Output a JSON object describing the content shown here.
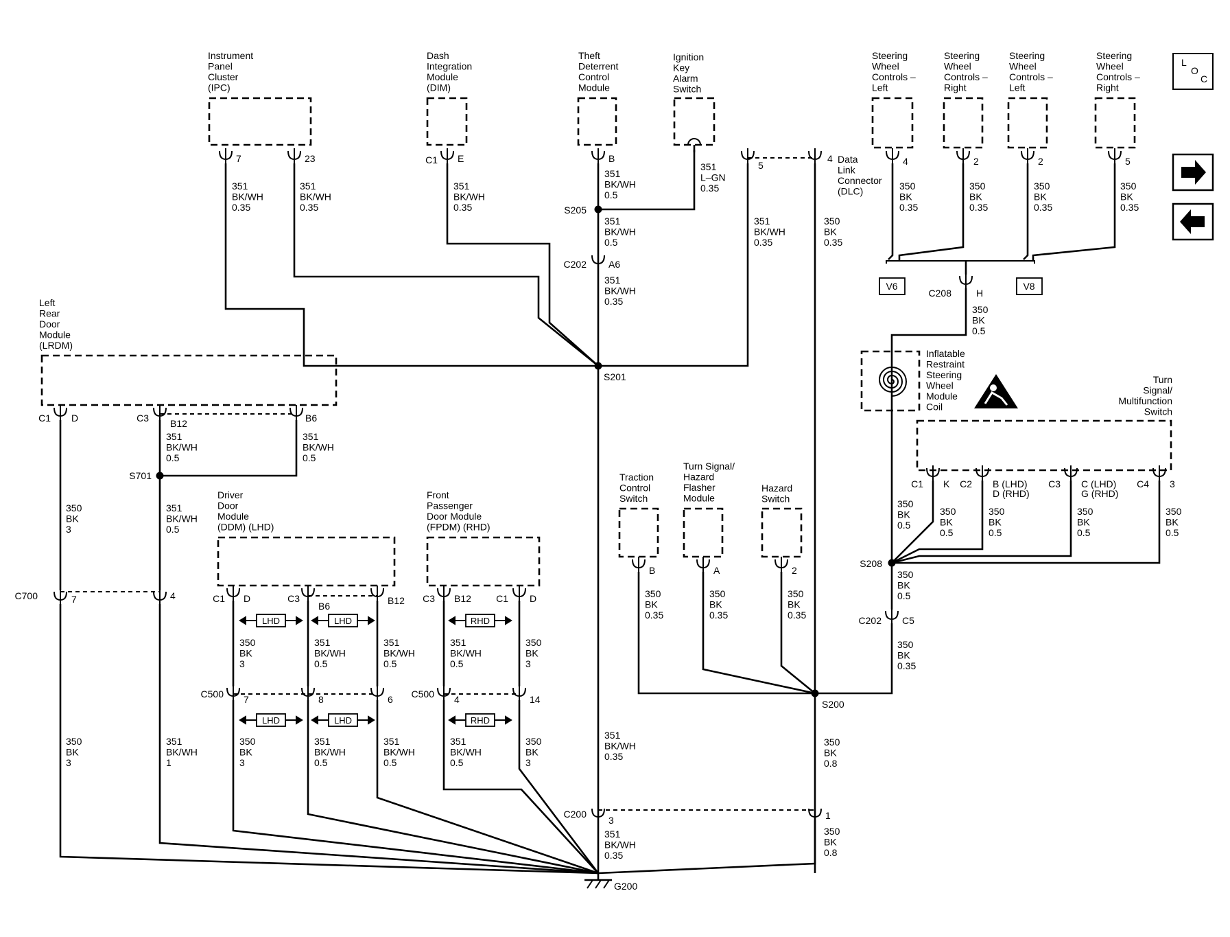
{
  "components": {
    "ipc": [
      "Instrument",
      "Panel",
      "Cluster",
      "(IPC)"
    ],
    "dim": [
      "Dash",
      "Integration",
      "Module",
      "(DIM)"
    ],
    "theft": [
      "Theft",
      "Deterrent",
      "Control",
      "Module"
    ],
    "ignition": [
      "Ignition",
      "Key",
      "Alarm",
      "Switch"
    ],
    "swc1": [
      "Steering",
      "Wheel",
      "Controls –",
      "Left"
    ],
    "swc2": [
      "Steering",
      "Wheel",
      "Controls –",
      "Right"
    ],
    "swc3": [
      "Steering",
      "Wheel",
      "Controls –",
      "Left"
    ],
    "swc4": [
      "Steering",
      "Wheel",
      "Controls –",
      "Right"
    ],
    "dlc": [
      "Data",
      "Link",
      "Connector",
      "(DLC)"
    ],
    "lrdm": [
      "Left",
      "Rear",
      "Door",
      "Module",
      "(LRDM)"
    ],
    "ddm": [
      "Driver",
      "Door",
      "Module",
      "(DDM) (LHD)"
    ],
    "fpdm": [
      "Front",
      "Passenger",
      "Door Module",
      "(FPDM) (RHD)"
    ],
    "traction": [
      "Traction",
      "Control",
      "Switch"
    ],
    "flasher": [
      "Turn Signal/",
      "Hazard",
      "Flasher",
      "Module"
    ],
    "hazard": [
      "Hazard",
      "Switch"
    ],
    "coil": [
      "Inflatable",
      "Restraint",
      "Steering",
      "Wheel",
      "Module",
      "Coil"
    ],
    "turnsw": [
      "Turn",
      "Signal/",
      "Multifunction",
      "Switch"
    ]
  },
  "wires": {
    "w351_35": [
      "351",
      "BK/WH",
      "0.35"
    ],
    "w351_5": [
      "351",
      "BK/WH",
      "0.5"
    ],
    "w351_1": [
      "351",
      "BK/WH",
      "1"
    ],
    "w351_lg": [
      "351",
      "L–GN",
      "0.35"
    ],
    "w350_35": [
      "350",
      "BK",
      "0.35"
    ],
    "w350_5": [
      "350",
      "BK",
      "0.5"
    ],
    "w350_8": [
      "350",
      "BK",
      "0.8"
    ],
    "w350_3": [
      "350",
      "BK",
      "3"
    ]
  },
  "pins": {
    "p7": "7",
    "p23": "23",
    "pE": "E",
    "pB": "B",
    "p5": "5",
    "p4": "4",
    "p2": "2",
    "pH": "H",
    "pA6": "A6",
    "pD": "D",
    "pB12": "B12",
    "pB6": "B6",
    "pK": "K",
    "pBLD": "B (LHD)",
    "pDRD": "D (RHD)",
    "pCLD": "C (LHD)",
    "pGRD": "G (RHD)",
    "p3": "3",
    "pC5": "C5",
    "pA": "A",
    "p8": "8",
    "p6": "6",
    "p14": "14",
    "p1": "1"
  },
  "connectors": {
    "c1": "C1",
    "c2": "C2",
    "c3": "C3",
    "c4": "C4",
    "c200": "C200",
    "c202": "C202",
    "c208": "C208",
    "c500": "C500",
    "c700": "C700"
  },
  "splices": {
    "s200": "S200",
    "s201": "S201",
    "s205": "S205",
    "s208": "S208",
    "s701": "S701"
  },
  "ground": "G200",
  "badges": {
    "v6": "V6",
    "v8": "V8",
    "lhd": "LHD",
    "rhd": "RHD"
  },
  "nav": {
    "loc": [
      "L",
      "O",
      "C"
    ],
    "next_icon": "right-arrow-icon",
    "prev_icon": "left-arrow-icon"
  }
}
